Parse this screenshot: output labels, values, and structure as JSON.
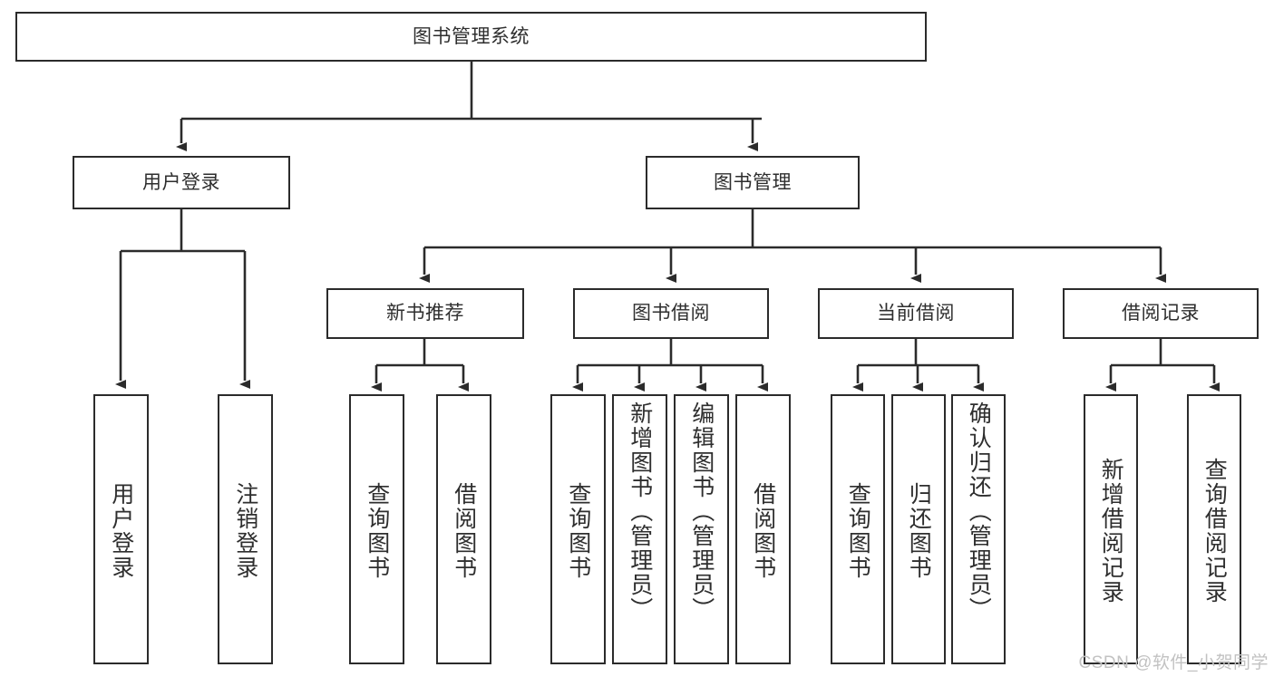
{
  "diagram": {
    "title": "图书管理系统",
    "watermark": "CSDN @软件_小贺同学",
    "stroke_color": "#2b2b2b",
    "text_color": "#2e2e2e",
    "background_color": "#ffffff",
    "watermark_color": "#c2c2c2"
  },
  "nodes": {
    "root": {
      "label": "图书管理系统"
    },
    "level2": [
      {
        "label": "用户登录"
      },
      {
        "label": "图书管理"
      }
    ],
    "level3": [
      {
        "label": "新书推荐"
      },
      {
        "label": "图书借阅"
      },
      {
        "label": "当前借阅"
      },
      {
        "label": "借阅记录"
      }
    ],
    "leaves": {
      "user_login": [
        {
          "label": "用户登录"
        },
        {
          "label": "注销登录"
        }
      ],
      "new_book_recommend": [
        {
          "label": "查询图书"
        },
        {
          "label": "借阅图书"
        }
      ],
      "book_borrow": [
        {
          "label": "查询图书"
        },
        {
          "label": "新增图书（管理员）"
        },
        {
          "label": "编辑图书（管理员）"
        },
        {
          "label": "借阅图书"
        }
      ],
      "current_borrow": [
        {
          "label": "查询图书"
        },
        {
          "label": "归还图书"
        },
        {
          "label": "确认归还（管理员）"
        }
      ],
      "borrow_record": [
        {
          "label": "新增借阅记录"
        },
        {
          "label": "查询借阅记录"
        }
      ]
    }
  }
}
